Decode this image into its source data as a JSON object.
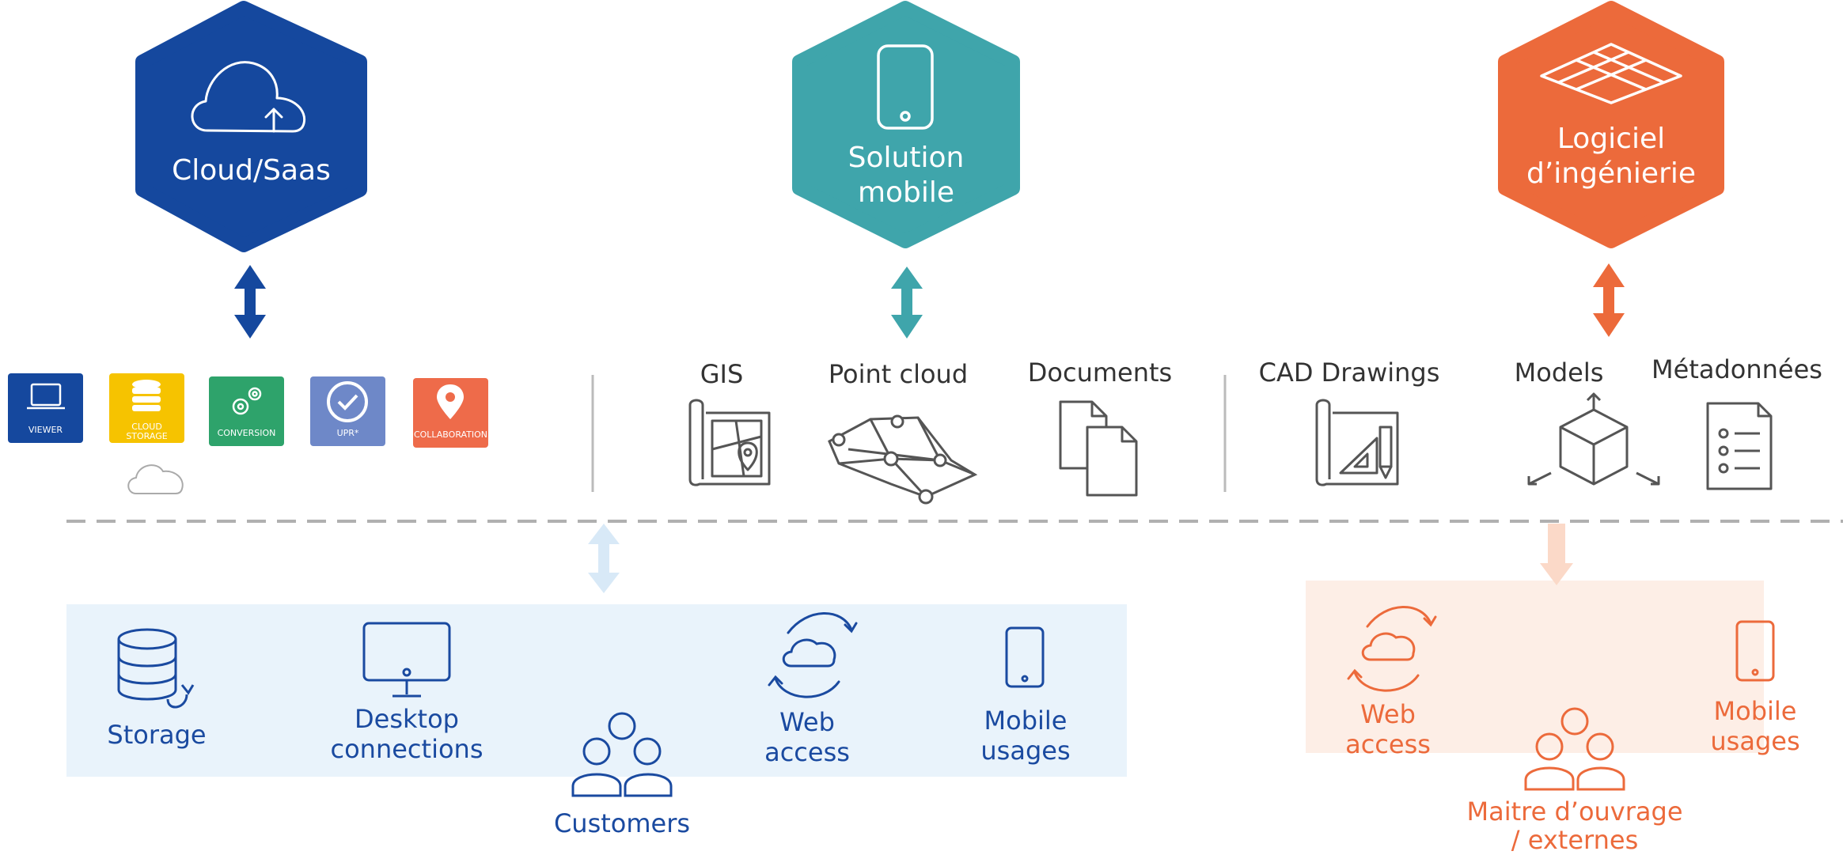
{
  "hexagons": [
    {
      "key": "cloud",
      "label": "Cloud/Saas",
      "color": "#15489e",
      "icon": "cloud-upload-icon"
    },
    {
      "key": "mobile",
      "label_line1": "Solution",
      "label_line2": "mobile",
      "color": "#3fa5ab",
      "icon": "smartphone-icon"
    },
    {
      "key": "engineering",
      "label_line1": "Logiciel",
      "label_line2": "d’ingénierie",
      "color": "#ec6a3b",
      "icon": "grid-plane-icon"
    }
  ],
  "apps": [
    {
      "label": "VIEWER",
      "color": "#15489e",
      "icon": "laptop-icon"
    },
    {
      "label_line1": "CLOUD",
      "label_line2": "STORAGE",
      "color": "#f6c300",
      "icon": "database-icon"
    },
    {
      "label": "CONVERSION",
      "color": "#2ea36b",
      "icon": "gears-icon"
    },
    {
      "label": "UPR*",
      "color": "#6e88c8",
      "icon": "check-circle-icon"
    },
    {
      "label": "COLLABORATION",
      "color": "#ee6b4a",
      "icon": "location-pin-icon"
    }
  ],
  "data_types": {
    "gis": "GIS",
    "point_cloud": "Point cloud",
    "documents": "Documents",
    "cad": "CAD Drawings",
    "models": "Models",
    "metadata": "Métadonnées"
  },
  "customers_panel": {
    "storage": "Storage",
    "desktop_line1": "Desktop",
    "desktop_line2": "connections",
    "customers": "Customers",
    "web_line1": "Web",
    "web_line2": "access",
    "mobile_line1": "Mobile",
    "mobile_line2": "usages",
    "color": "#1a4aa0",
    "bg": "#e9f3fb"
  },
  "owner_panel": {
    "web_line1": "Web",
    "web_line2": "access",
    "mobile_line1": "Mobile",
    "mobile_line2": "usages",
    "owner_line1": "Maitre d’ouvrage",
    "owner_line2": "/ externes",
    "color": "#ec6a3b",
    "bg": "#fdeee6"
  }
}
